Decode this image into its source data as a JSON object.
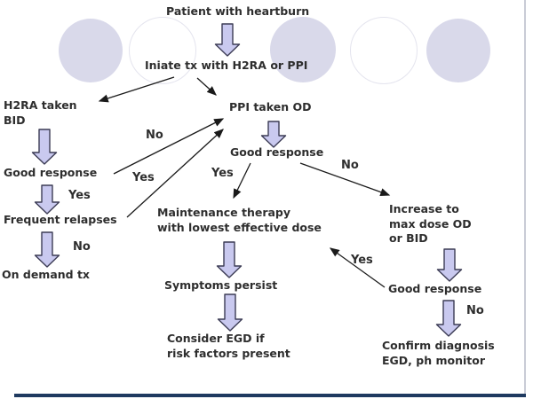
{
  "flowchart": {
    "title": "Patient with heartburn",
    "nodes": {
      "initiate": "Iniate tx with H2RA or PPI",
      "h2ra": "H2RA taken\nBID",
      "good_response_left": "Good response",
      "frequent_relapses": "Frequent relapses",
      "on_demand": "On demand tx",
      "ppi": "PPI taken OD",
      "good_response_mid": "Good response",
      "maintenance": "Maintenance therapy\nwith lowest effective dose",
      "symptoms": "Symptoms persist",
      "consider_egd": "Consider EGD if\nrisk factors present",
      "increase_dose": "Increase to\nmax dose OD\nor BID",
      "good_response_right": "Good response",
      "confirm": "Confirm diagnosis\nEGD, ph monitor"
    },
    "edge_labels": {
      "left_yes": "Yes",
      "left_no": "No",
      "h2ra_to_ppi_no": "No",
      "relapse_to_ppi_yes": "Yes",
      "mid_yes": "Yes",
      "mid_no": "No",
      "right_yes": "Yes",
      "right_no": "No"
    },
    "colors": {
      "circle_fill": "#d9d9ea",
      "circle_outline": "#e4e4ee",
      "block_arrow_fill": "#c9c9ef",
      "block_arrow_stroke": "#3c3c55",
      "thin_arrow": "#1a1a1a",
      "text": "#2e2e2e",
      "bottom_bar": "#1f3a60",
      "right_border": "#c9ccd6"
    }
  }
}
